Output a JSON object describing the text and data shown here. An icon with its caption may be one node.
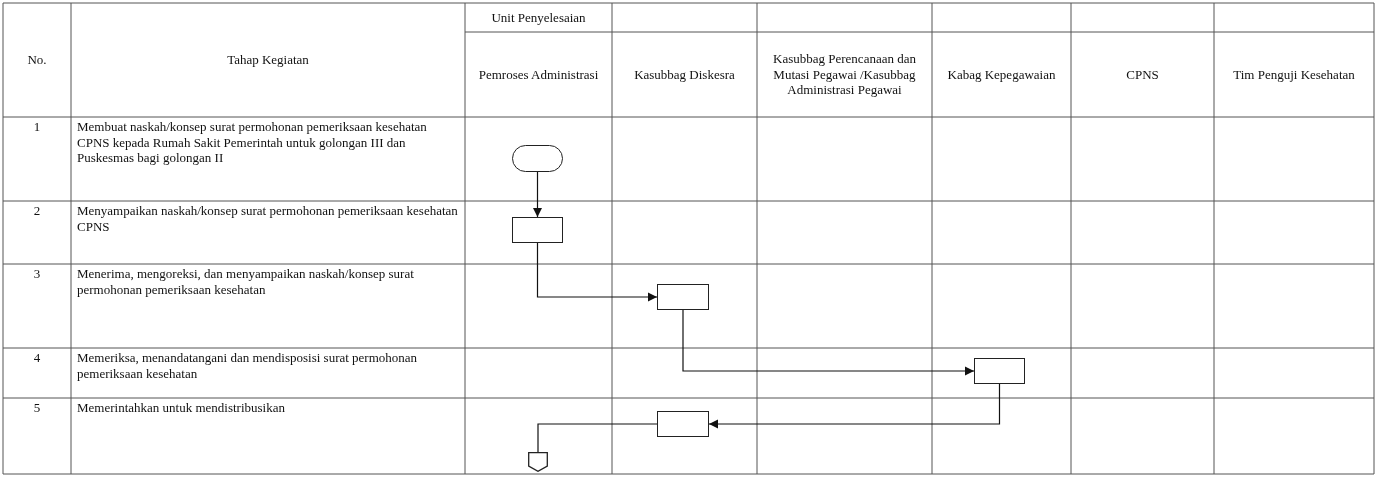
{
  "diagram": {
    "nodes": [
      {
        "text": [],
        "shape": "oval"
      },
      {
        "text": [],
        "shape": "box"
      },
      {
        "text": [],
        "shape": "box"
      },
      {
        "text": [],
        "shape": "box"
      },
      {
        "text": [],
        "shape": "box"
      },
      {
        "text": [],
        "shape": "pentagon"
      }
    ],
    "edges": [
      {
        "from": 0,
        "to": 1,
        "arrow": "to"
      },
      {
        "from": 1,
        "to": 2,
        "arrow": "to"
      },
      {
        "from": 2,
        "to": 3,
        "arrow": "to"
      },
      {
        "from": 3,
        "to": 4,
        "arrow": "to"
      },
      {
        "from": 4,
        "to": 5,
        "arrow": "none"
      }
    ],
    "labels": [
      "No.",
      "Tahap Kegiatan",
      "Unit Penyelesaian",
      "Pemroses Administrasi",
      "Kasubbag Diskesra",
      "Kasubbag Perencanaan dan Mutasi Pegawai /Kasubbag Administrasi Pegawai",
      "Kabag Kepegawaian",
      "CPNS",
      "Tim Penguji Kesehatan",
      "1",
      "Membuat naskah/konsep surat permohonan pemeriksaan kesehatan CPNS kepada Rumah Sakit Pemerintah untuk golongan III dan Puskesmas bagi golongan II",
      "2",
      "Menyampaikan naskah/konsep surat permohonan pemeriksaan kesehatan CPNS",
      "3",
      "Menerima, mengoreksi, dan menyampaikan naskah/konsep surat permohonan pemeriksaan kesehatan",
      "4",
      "Memeriksa, menandatangani dan mendisposisi surat permohonan pemeriksaan kesehatan",
      "5",
      "Memerintahkan untuk mendistribusikan"
    ]
  }
}
